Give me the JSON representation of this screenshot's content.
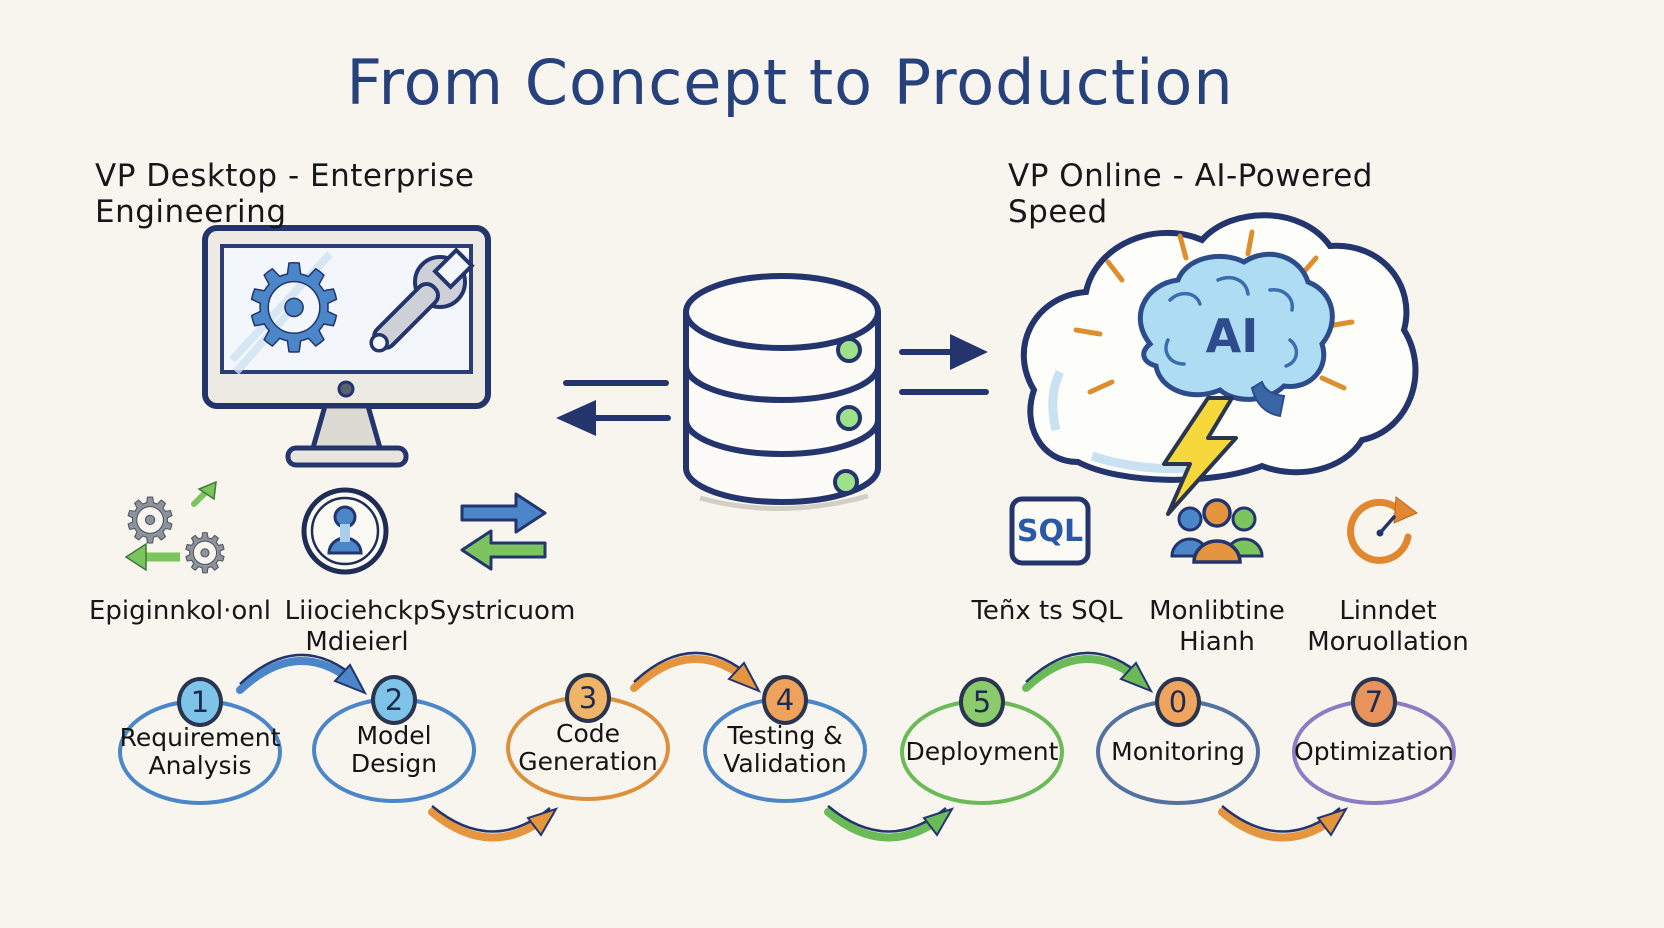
{
  "title": "From Concept to Production",
  "left_section": {
    "heading": "VP Desktop - Enterprise Engineering",
    "features": [
      {
        "icon": "gears-sync-icon",
        "label": "Epiginnkol·onl"
      },
      {
        "icon": "model-badge-icon",
        "label": "Liiociehckp\nMdieierl"
      },
      {
        "icon": "exchange-arrows-icon",
        "label": "Systricuom"
      }
    ]
  },
  "center": {
    "illustration": "database-with-sync-arrows"
  },
  "right_section": {
    "heading": "VP Online - AI-Powered Speed",
    "cloud_ai_label": "AI",
    "features": [
      {
        "icon": "sql-box-icon",
        "icon_text": "SQL",
        "label": "Teñx ts SQL"
      },
      {
        "icon": "team-icon",
        "label": "Monlibtine\nHianh"
      },
      {
        "icon": "sync-gauge-icon",
        "label": "Linndet\nMoruollation"
      }
    ]
  },
  "process_flow": {
    "steps": [
      {
        "number": "1",
        "label": "Requirement\nAnalysis",
        "ellipse_color": "#4a86c8",
        "badge_color": "#7ec3e8"
      },
      {
        "number": "2",
        "label": "Model\nDesign",
        "ellipse_color": "#4a86c8",
        "badge_color": "#7ec3e8"
      },
      {
        "number": "3",
        "label": "Code\nGeneration",
        "ellipse_color": "#dd8f3c",
        "badge_color": "#f0b468"
      },
      {
        "number": "4",
        "label": "Testing &\nValidation",
        "ellipse_color": "#4a86c8",
        "badge_color": "#efa25c"
      },
      {
        "number": "5",
        "label": "Deployment",
        "ellipse_color": "#6abb57",
        "badge_color": "#8ccb6b"
      },
      {
        "number": "0",
        "label": "Monitoring",
        "ellipse_color": "#53719f",
        "badge_color": "#f0a55f"
      },
      {
        "number": "7",
        "label": "Optimization",
        "ellipse_color": "#8d7cc4",
        "badge_color": "#e8935c"
      }
    ],
    "connectors": [
      {
        "from": "1",
        "to": "2",
        "position": "above",
        "color": "#4a86c8"
      },
      {
        "from": "2",
        "to": "3",
        "position": "below",
        "color": "#e5953e"
      },
      {
        "from": "3",
        "to": "4",
        "position": "above",
        "color": "#e5953e"
      },
      {
        "from": "4",
        "to": "5",
        "position": "below",
        "color": "#6abb57"
      },
      {
        "from": "5",
        "to": "6",
        "position": "above",
        "color": "#6abb57"
      },
      {
        "from": "6",
        "to": "7",
        "position": "below",
        "color": "#e5953e"
      }
    ]
  },
  "icons": {
    "gear_glyph": "⚙"
  },
  "colors": {
    "background": "#f7f5ed",
    "title_navy": "#26417c",
    "ink_navy": "#24356e",
    "text_black": "#17171a",
    "blue": "#4a86c8",
    "sky_blue": "#7ec3e8",
    "orange": "#e5953e",
    "green": "#6abb57",
    "purple": "#8d7cc4",
    "grey": "#8d939c",
    "lightning_yellow": "#f6d73c",
    "dot_green": "#9fe08a"
  }
}
